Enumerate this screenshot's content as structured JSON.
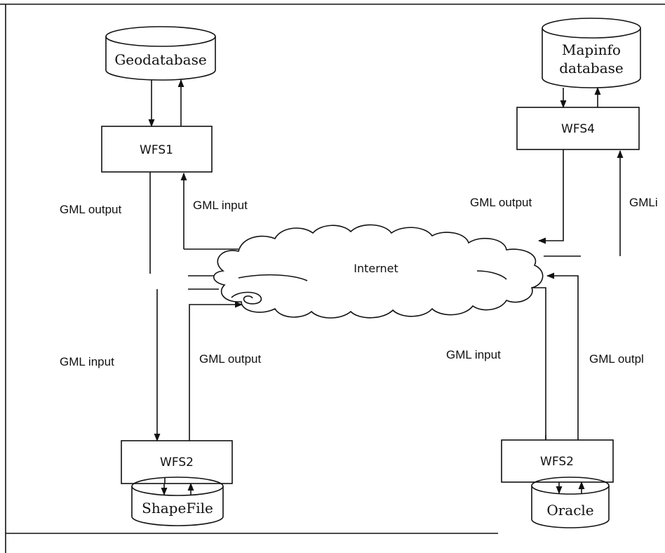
{
  "databases": {
    "geodatabase": {
      "label": "Geodatabase"
    },
    "mapinfo": {
      "line1": "Mapinfo",
      "line2": "database"
    },
    "shapefile": {
      "label": "ShapeFile"
    },
    "oracle": {
      "label": "Oracle"
    }
  },
  "servers": {
    "wfs1": "WFS1",
    "wfs4": "WFS4",
    "wfs2_left": "WFS2",
    "wfs2_right": "WFS2"
  },
  "cloud": {
    "label": "Internet"
  },
  "labels": {
    "tl_output": "GML output",
    "tl_input": "GML input",
    "tr_output": "GML output",
    "tr_input": "GMLi",
    "bl_input": "GML input",
    "bl_output": "GML output",
    "br_input": "GML input",
    "br_output": "GML outpl"
  }
}
